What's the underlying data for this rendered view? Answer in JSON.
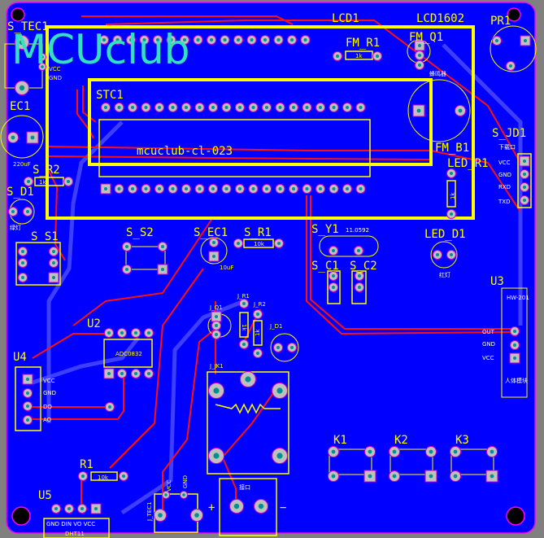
{
  "logo": "MCUclub",
  "board_text": "mcuclub-cl-023",
  "colors": {
    "board": "#0000ff",
    "silk": "#ffff00",
    "trace": "#ff1010",
    "pad": "#c0c0c0",
    "drill": "#009090",
    "logo": "#33e0c0",
    "outline": "#ff00ff"
  },
  "components": {
    "lcd1": "LCD1",
    "lcd1602": "LCD1602",
    "pr1": "PR1",
    "fm_r1": "FM_R1",
    "fm_r1_val": "1k",
    "fm_q1": "FM_Q1",
    "buzzer_cn": "蜂鸣器",
    "fm_b1": "FM_B1",
    "stc1": "STC1",
    "s_tec1": "S_TEC1",
    "s_tec1_vcc": "VCC",
    "s_tec1_gnd": "GND",
    "ec1": "EC1",
    "ec1_val": "220uF",
    "s_r2": "S_R2",
    "s_r2_val": "1k",
    "s_d1": "S_D1",
    "s_d1_cn": "绿灯",
    "s_s1": "S_S1",
    "s_s2": "S_S2",
    "s_ec1": "S_EC1",
    "s_ec1_val": "10uF",
    "s_r1": "S_R1",
    "s_r1_val": "10k",
    "s_y1": "S_Y1",
    "s_y1_val": "11.0592",
    "s_c1": "S_C1",
    "s_c2": "S_C2",
    "led_r1": "LED_R1",
    "led_r1_val": "1k",
    "led_d1": "LED_D1",
    "led_d1_cn": "红灯",
    "s_jd1": "S_JD1",
    "s_jd1_cn": "下载口",
    "s_jd1_pins": [
      "VCC",
      "GND",
      "RXD",
      "TXD"
    ],
    "u3": "U3",
    "u3_pins": [
      "OUT",
      "GND",
      "VCC"
    ],
    "u3_top": "HW-201",
    "u3_bottom": "人体模块",
    "u2": "U2",
    "u2_chip": "ADC0832",
    "u4": "U4",
    "u4_pins": [
      "VCC",
      "GND",
      "DO",
      "AO"
    ],
    "j_q1": "J_Q1",
    "j_r1": "J_R1",
    "j_r1_val": "1k",
    "j_r2": "J_R2",
    "j_r2_val": "1k",
    "j_d1": "J_D1",
    "j_jk1": "J_JK1",
    "r1": "R1",
    "r1_val": "10k",
    "u5": "U5",
    "u5_pins": "GND DIN VO VCC",
    "u5_name": "DHT11",
    "j_tec1": "J_TEC1",
    "j_tec1_vcc": "VCC",
    "j_tec1_gnd": "GND",
    "plus": "+",
    "minus": "−",
    "conn_cn": "接口",
    "k1": "K1",
    "k2": "K2",
    "k3": "K3"
  }
}
